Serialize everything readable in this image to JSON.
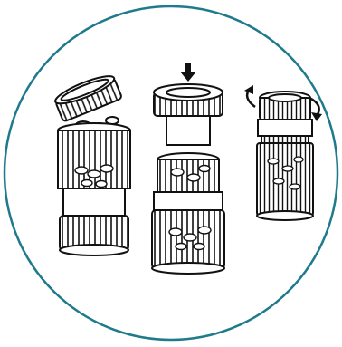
{
  "figure": {
    "circle_stroke_color": "#1f7a8c",
    "ink_color": "#111111",
    "background_color": "#ffffff",
    "steps": [
      {
        "name": "pill-container-open-lid",
        "icons": []
      },
      {
        "name": "pill-crusher-press-down",
        "icons": [
          "down-arrow-icon"
        ]
      },
      {
        "name": "pill-grinder-twist",
        "icons": [
          "rotate-left-icon",
          "rotate-right-icon"
        ]
      }
    ]
  }
}
